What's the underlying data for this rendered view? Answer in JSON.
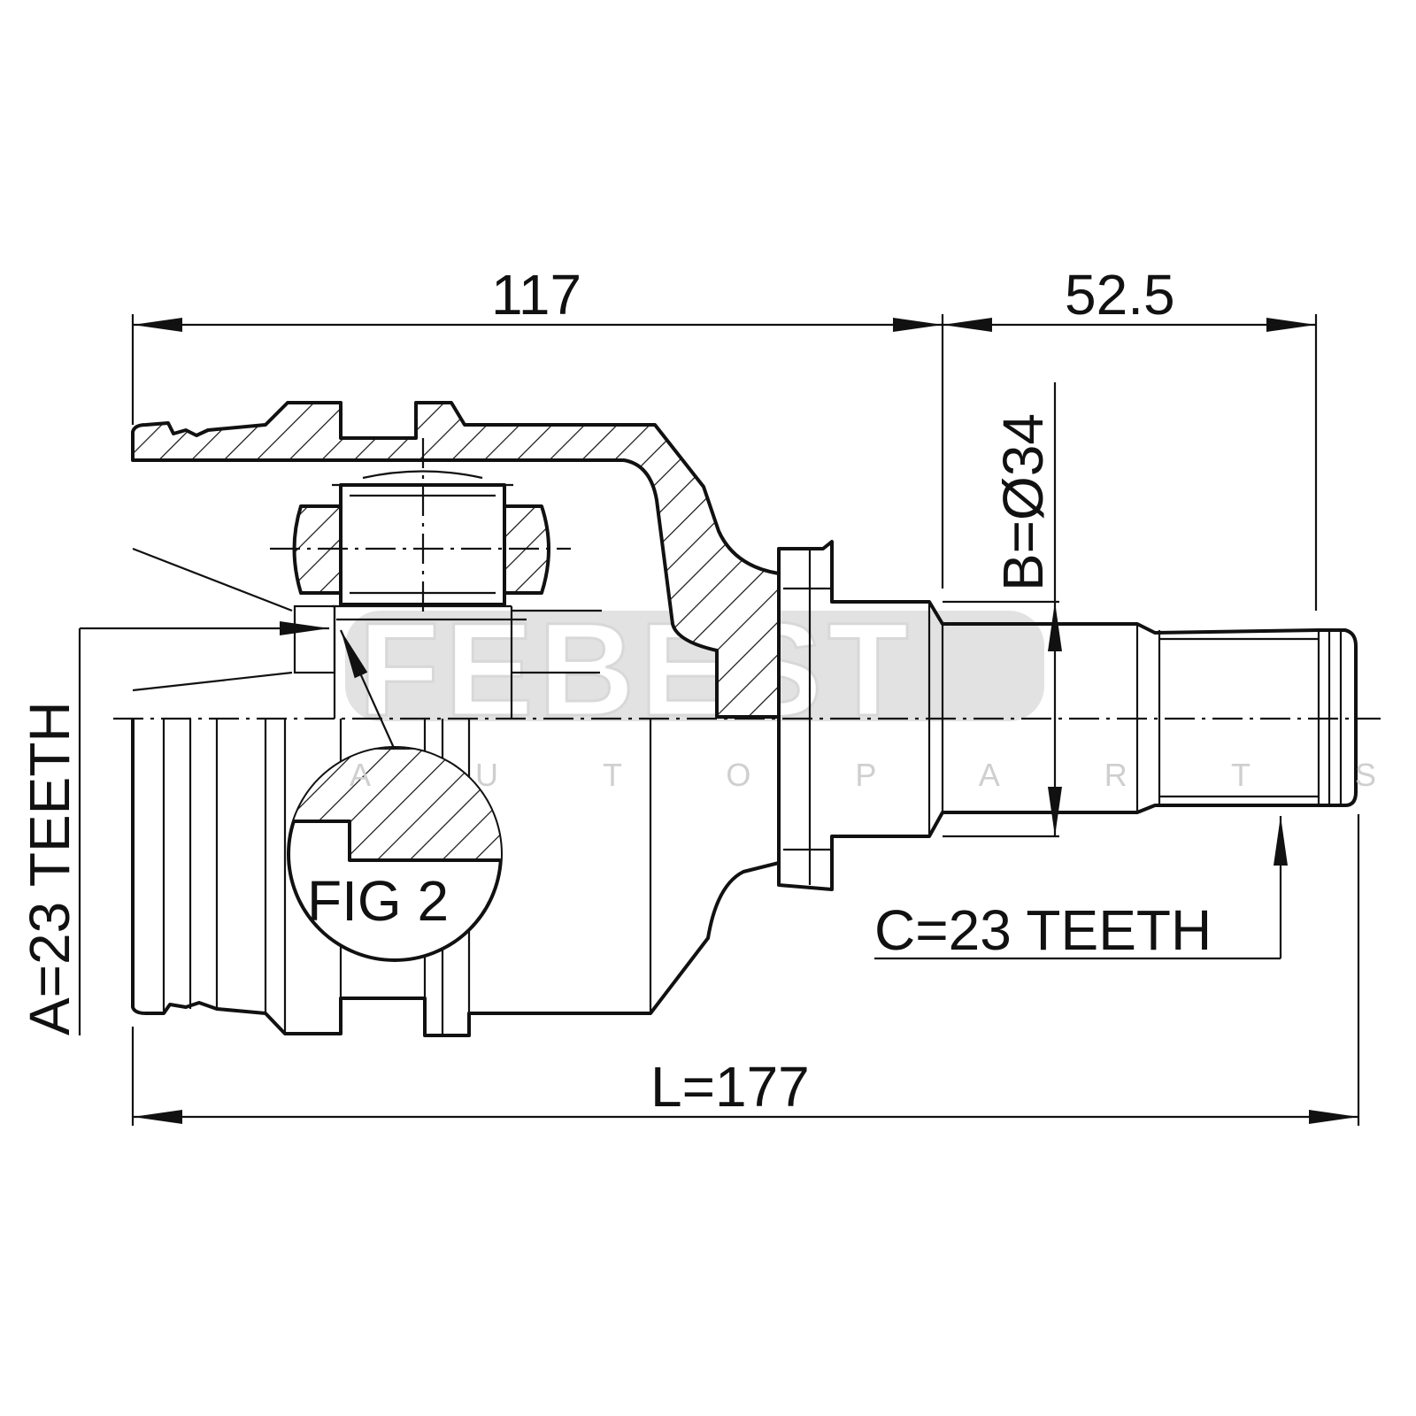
{
  "dimensions": {
    "housing_length": "117",
    "stub_length": "52.5",
    "total_length": "L=177",
    "diameter": "B=Ø34",
    "inner_teeth": "A=23 TEETH",
    "outer_teeth": "C=23 TEETH"
  },
  "detail_label": "FIG 2",
  "watermark": {
    "brand": "FEBEST",
    "sub": "AUTOPARTS"
  }
}
